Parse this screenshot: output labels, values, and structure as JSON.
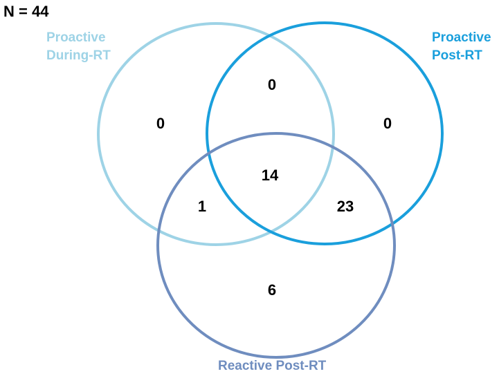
{
  "total": "N = 44",
  "sets": [
    {
      "id": "proactive-during",
      "label_lines": [
        "Proactive",
        "During-RT"
      ],
      "color": "#9ed3e6"
    },
    {
      "id": "proactive-post",
      "label_lines": [
        "Proactive",
        "Post-RT"
      ],
      "color": "#1a9fdc"
    },
    {
      "id": "reactive-post",
      "label_lines": [
        "Reactive Post-RT"
      ],
      "color": "#6f8dbf"
    }
  ],
  "regions": {
    "during_only": "0",
    "post_only": "0",
    "during_post": "0",
    "all_three": "14",
    "during_reactive": "1",
    "post_reactive": "23",
    "reactive_only": "6"
  }
}
